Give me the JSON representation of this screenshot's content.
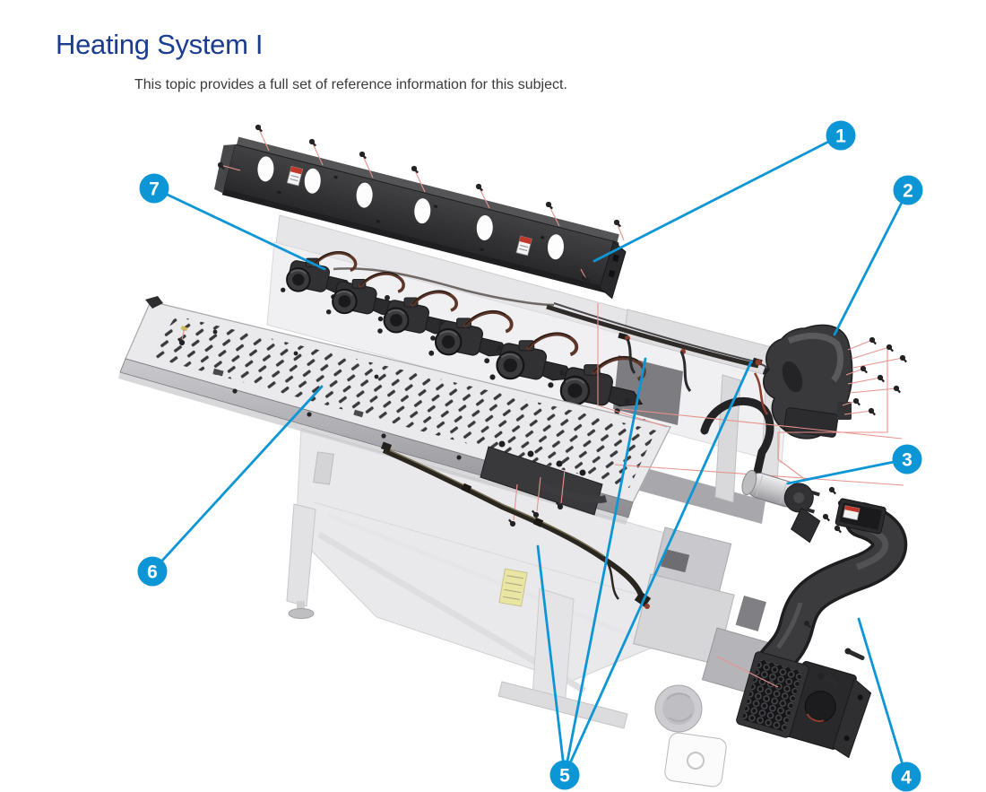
{
  "page": {
    "title": "Heating System I",
    "subtitle": "This topic provides a full set of reference information for this subject."
  },
  "figure": {
    "callouts": [
      {
        "number": "1"
      },
      {
        "number": "2"
      },
      {
        "number": "3"
      },
      {
        "number": "4"
      },
      {
        "number": "5"
      },
      {
        "number": "6"
      },
      {
        "number": "7"
      }
    ],
    "colors": {
      "callout_blue": "#0d96d6",
      "title_blue": "#1c3d8f",
      "leader_red": "#e8938d",
      "warning_label_yellow": "#e9e5a3"
    }
  }
}
